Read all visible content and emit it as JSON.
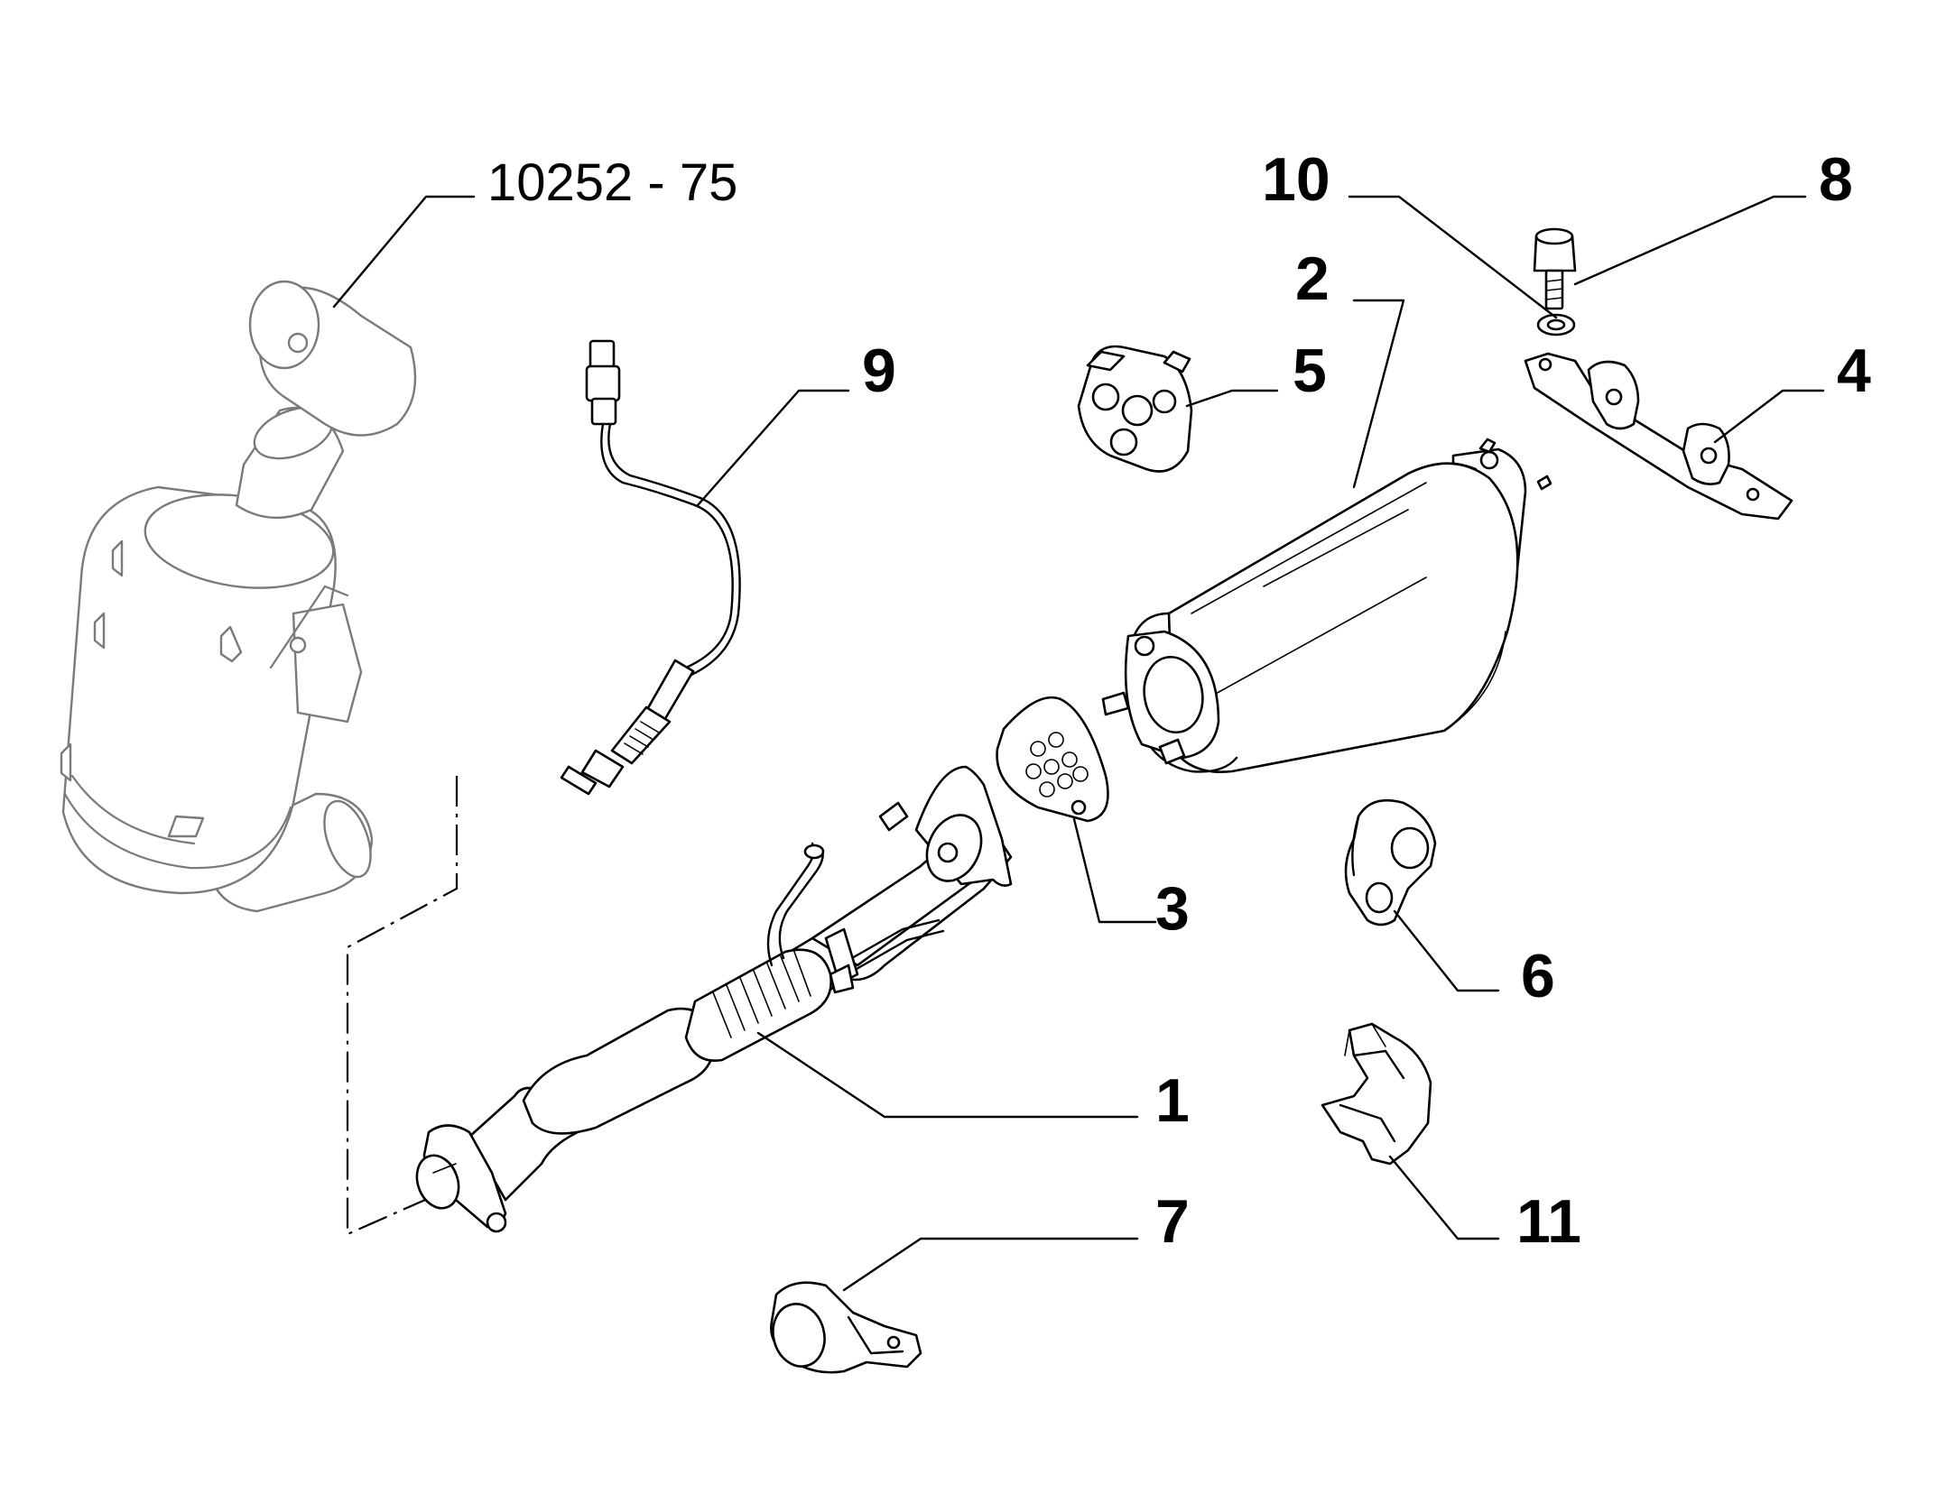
{
  "diagram": {
    "reference": "10252 - 75",
    "callouts": [
      {
        "id": "c1",
        "label": "1"
      },
      {
        "id": "c2",
        "label": "2"
      },
      {
        "id": "c3",
        "label": "3"
      },
      {
        "id": "c4",
        "label": "4"
      },
      {
        "id": "c5",
        "label": "5"
      },
      {
        "id": "c6",
        "label": "6"
      },
      {
        "id": "c7",
        "label": "7"
      },
      {
        "id": "c8",
        "label": "8"
      },
      {
        "id": "c9",
        "label": "9"
      },
      {
        "id": "c10",
        "label": "10"
      },
      {
        "id": "c11",
        "label": "11"
      }
    ]
  }
}
